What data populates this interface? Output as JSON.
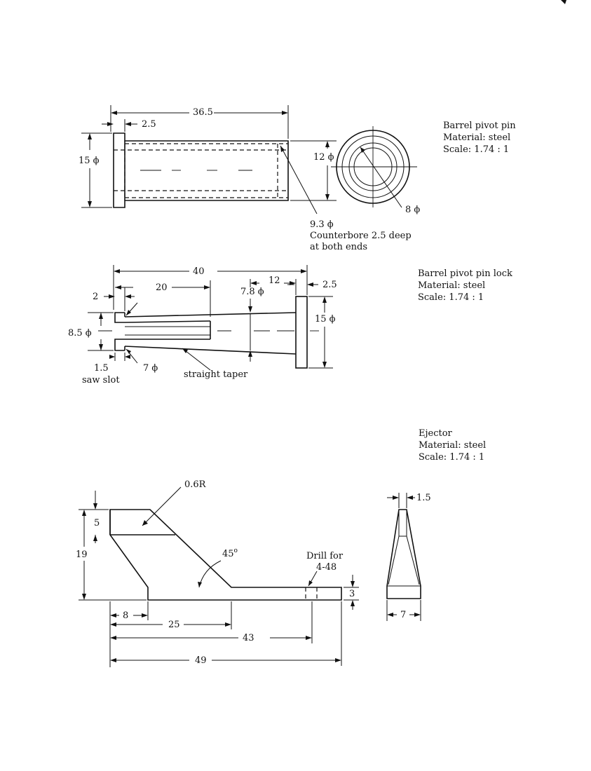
{
  "parts": {
    "pivot_pin": {
      "title": "Barrel pivot pin",
      "material": "Material: steel",
      "scale": "Scale: 1.74 : 1",
      "dims": {
        "length": "36.5",
        "flange": "2.5",
        "dia": "15 ϕ",
        "bore": "12 ϕ",
        "inner": "8 ϕ",
        "cbore": "9.3 ϕ",
        "note1": "Counterbore 2.5 deep",
        "note2": "at both ends"
      }
    },
    "pin_lock": {
      "title": "Barrel pivot pin lock",
      "material": "Material: steel",
      "scale": "Scale: 1.74 : 1",
      "dims": {
        "length": "40",
        "slot_len": "20",
        "head_dist": "12",
        "head_w": "2.5",
        "taper_dia": "7.8 ϕ",
        "flange_gap": "2",
        "dia": "8.5 ϕ",
        "head_dia": "15 ϕ",
        "saw": "1.5",
        "saw_label": "saw slot",
        "small_dia": "7 ϕ",
        "taper": "straight taper"
      }
    },
    "ejector": {
      "title": "Ejector",
      "material": "Material: steel",
      "scale": "Scale: 1.74 : 1",
      "dims": {
        "radius": "0.6R",
        "top": "5",
        "height": "19",
        "angle": "45",
        "angle_unit": "o",
        "drill1": "Drill for",
        "drill2": "4-48",
        "thick": "3",
        "d8": "8",
        "d25": "25",
        "d43": "43",
        "d49": "49",
        "top_w": "1.5",
        "base_w": "7"
      }
    }
  }
}
